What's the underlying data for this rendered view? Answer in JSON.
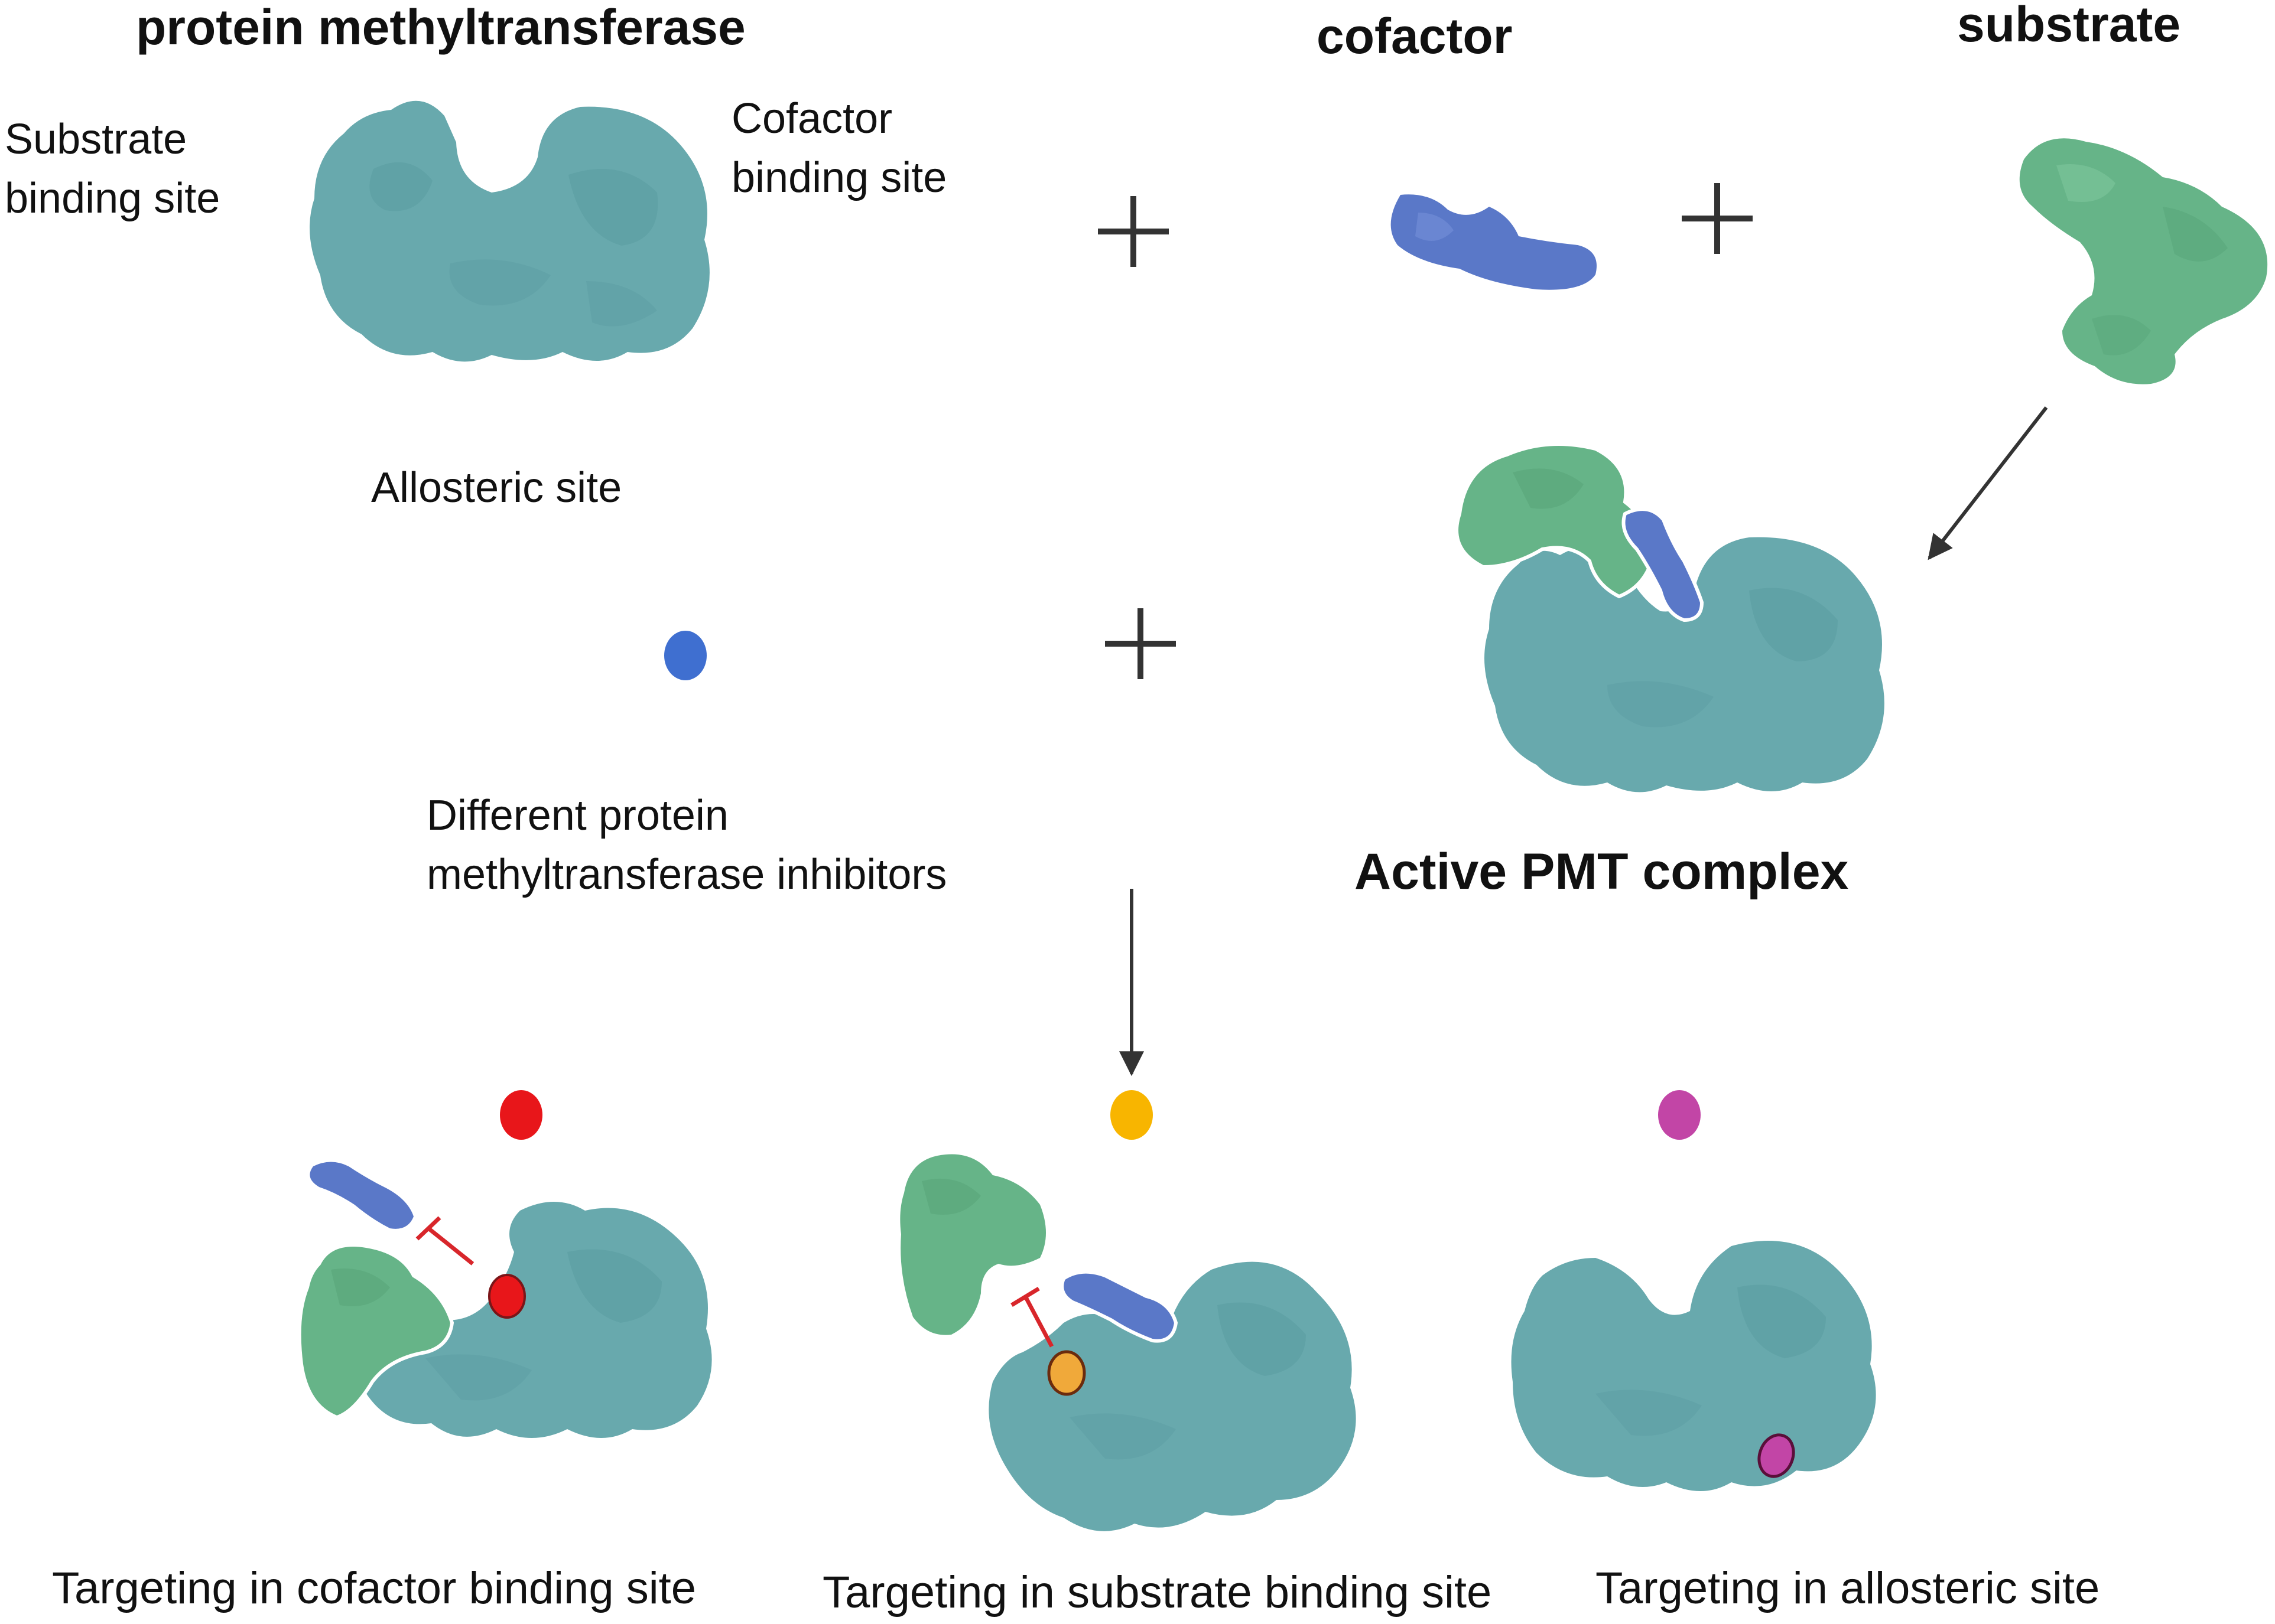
{
  "headers": {
    "enzyme": "protein methyltransferase",
    "cofactor": "cofactor",
    "substrate": "substrate"
  },
  "labels": {
    "substrate_site_line1": "Substrate",
    "substrate_site_line2": "binding site",
    "cofactor_site_line1": "Cofactor",
    "cofactor_site_line2": "binding site",
    "allosteric_site": "Allosteric site",
    "inhibitors_line1": "Different protein",
    "inhibitors_line2": "methyltransferase inhibitors",
    "active_complex": "Active PMT complex"
  },
  "captions": {
    "cofactor_targeting": "Targeting in cofactor binding site",
    "substrate_targeting": "Targeting in substrate binding site",
    "allosteric_targeting": "Targeting in allosteric site"
  },
  "colors": {
    "enzyme": "#68a9ad",
    "enzyme_shade": "#5a9ca1",
    "cofactor": "#5a78c8",
    "substrate": "#66b488",
    "inhibitor_generic": "#3f6fd0",
    "inhibitor_cofactor_site": "#e8161a",
    "inhibitor_substrate_site": "#f8b500",
    "inhibitor_allosteric_site": "#c245a6",
    "block_line": "#d8262b",
    "text": "#111111"
  }
}
